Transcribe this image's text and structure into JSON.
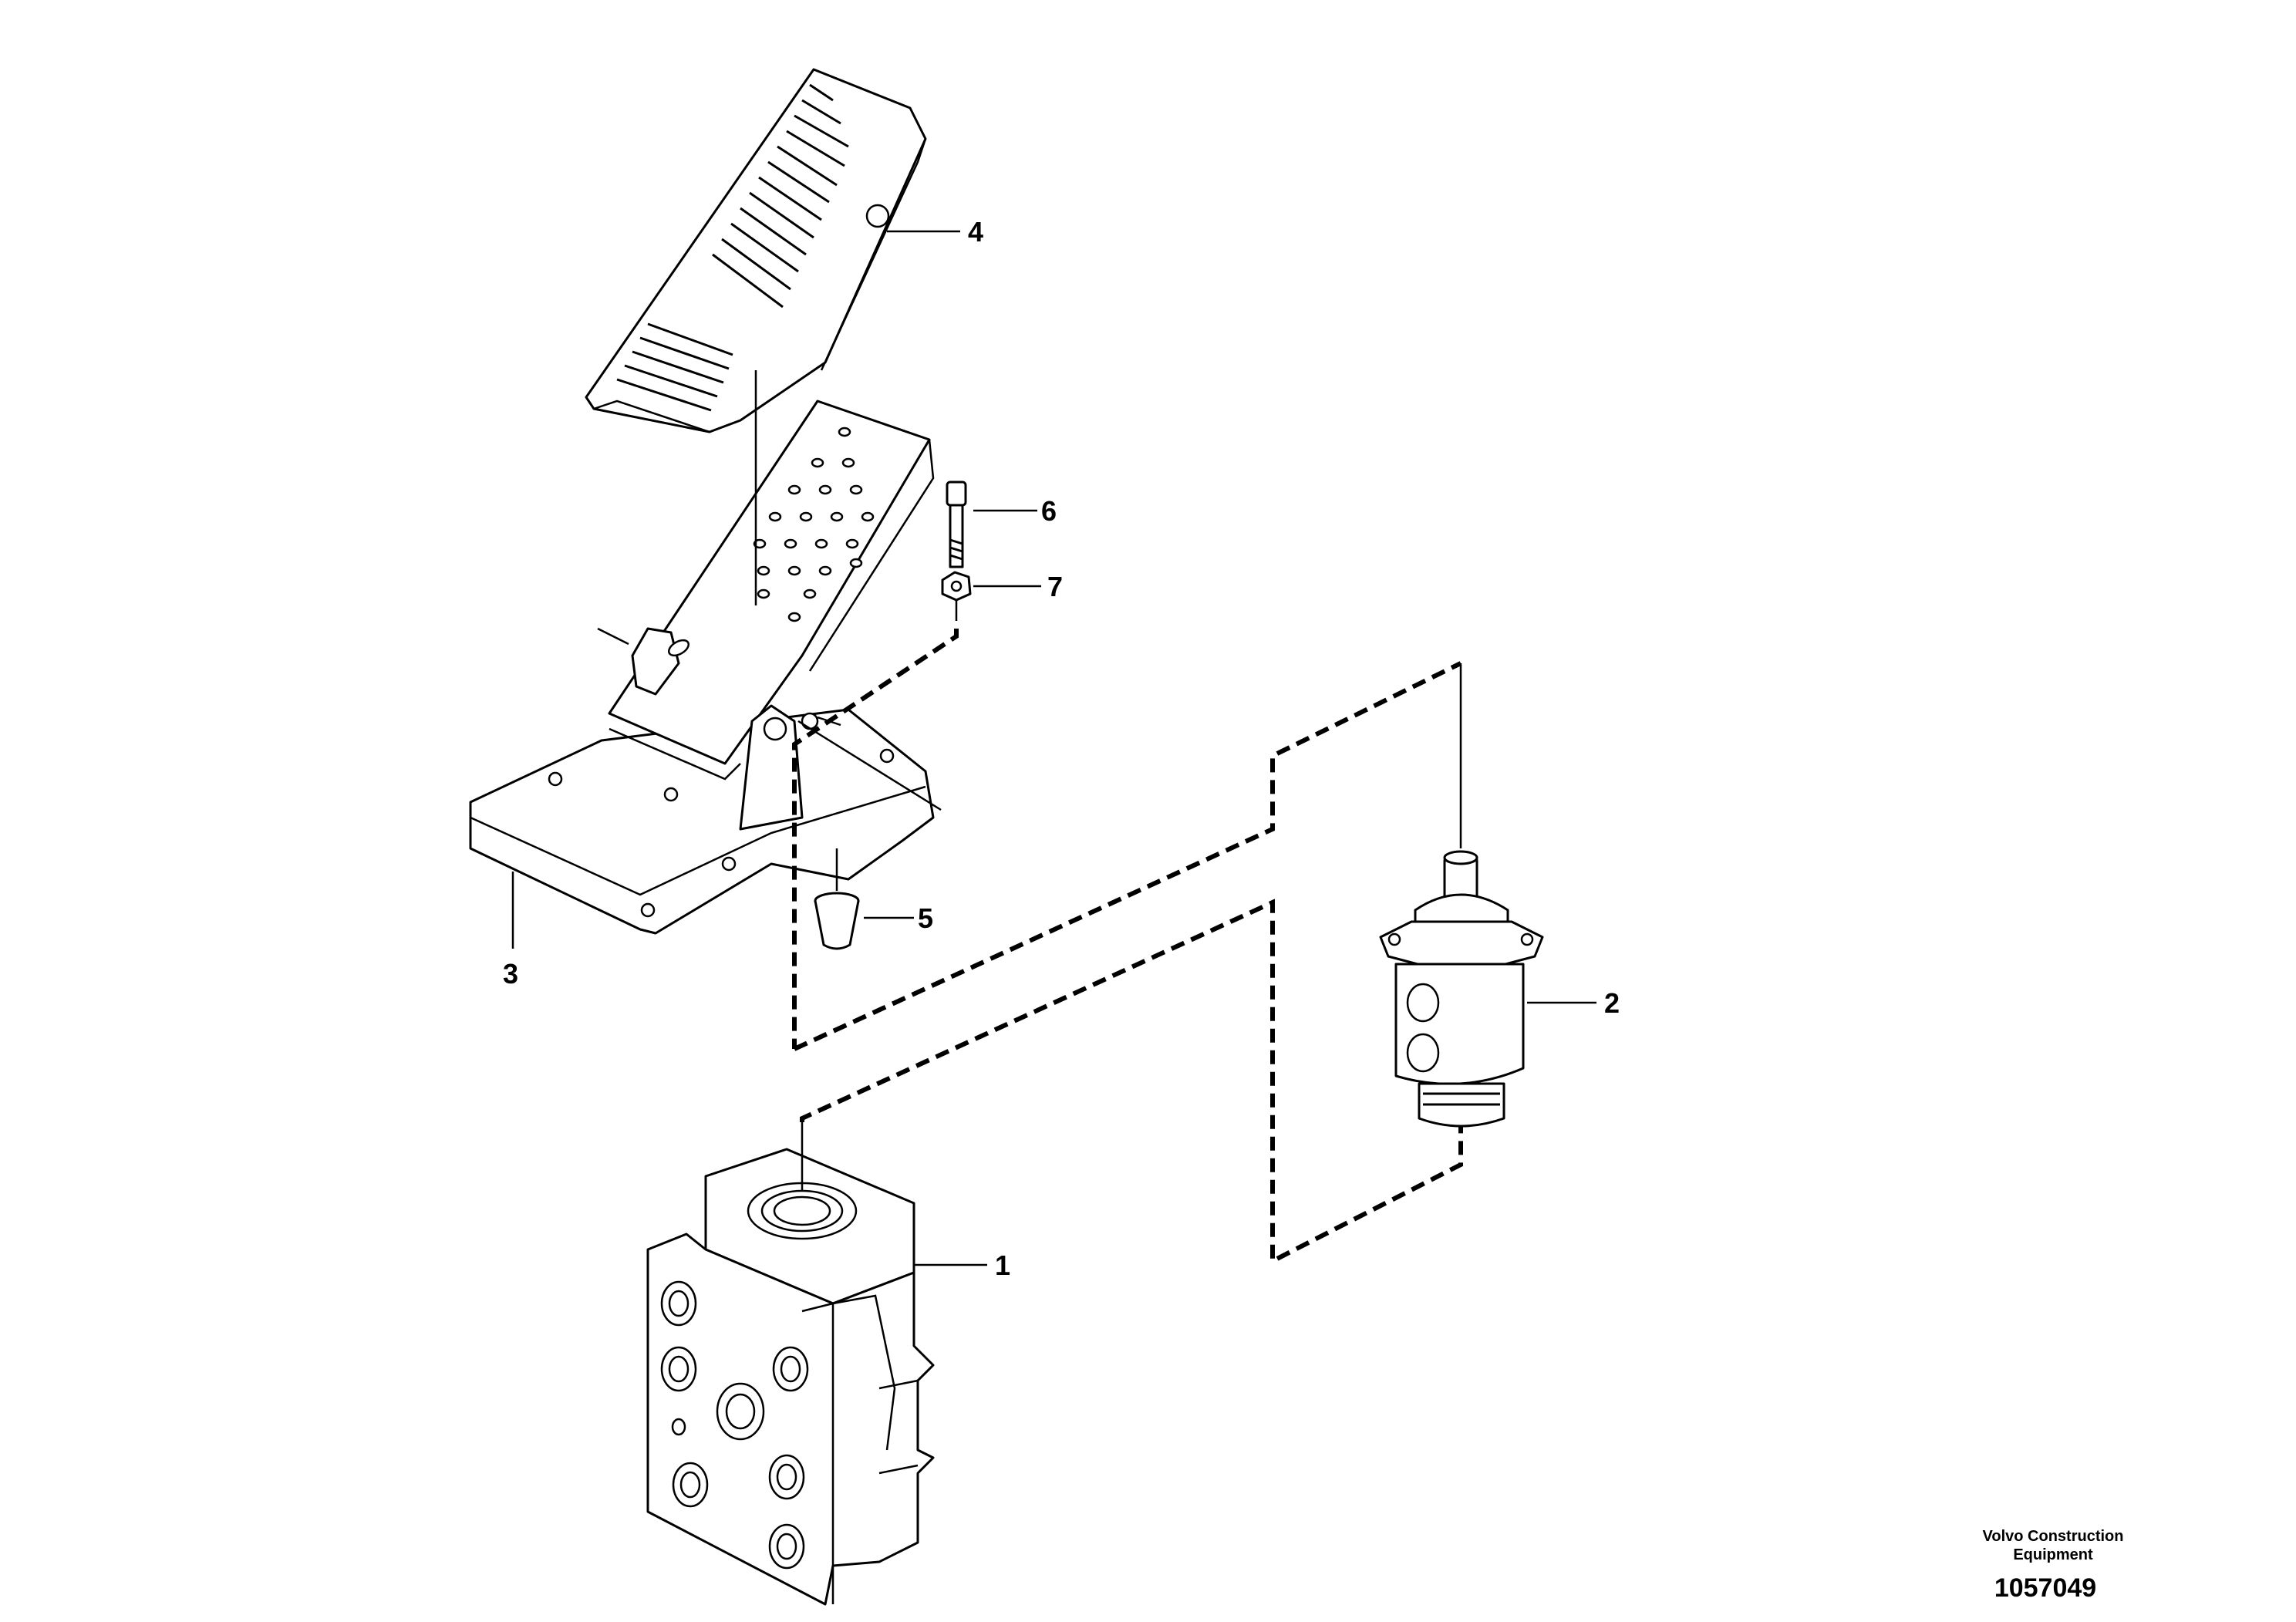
{
  "callouts": [
    {
      "label": "1",
      "part": "control-valve-block"
    },
    {
      "label": "2",
      "part": "brake-valve"
    },
    {
      "label": "3",
      "part": "pedal-base-plate"
    },
    {
      "label": "4",
      "part": "pedal-pad-cover"
    },
    {
      "label": "5",
      "part": "rubber-stop"
    },
    {
      "label": "6",
      "part": "screw"
    },
    {
      "label": "7",
      "part": "nut"
    }
  ],
  "credit": {
    "line1": "Volvo Construction",
    "line2": "Equipment"
  },
  "drawing_number": "1057049"
}
